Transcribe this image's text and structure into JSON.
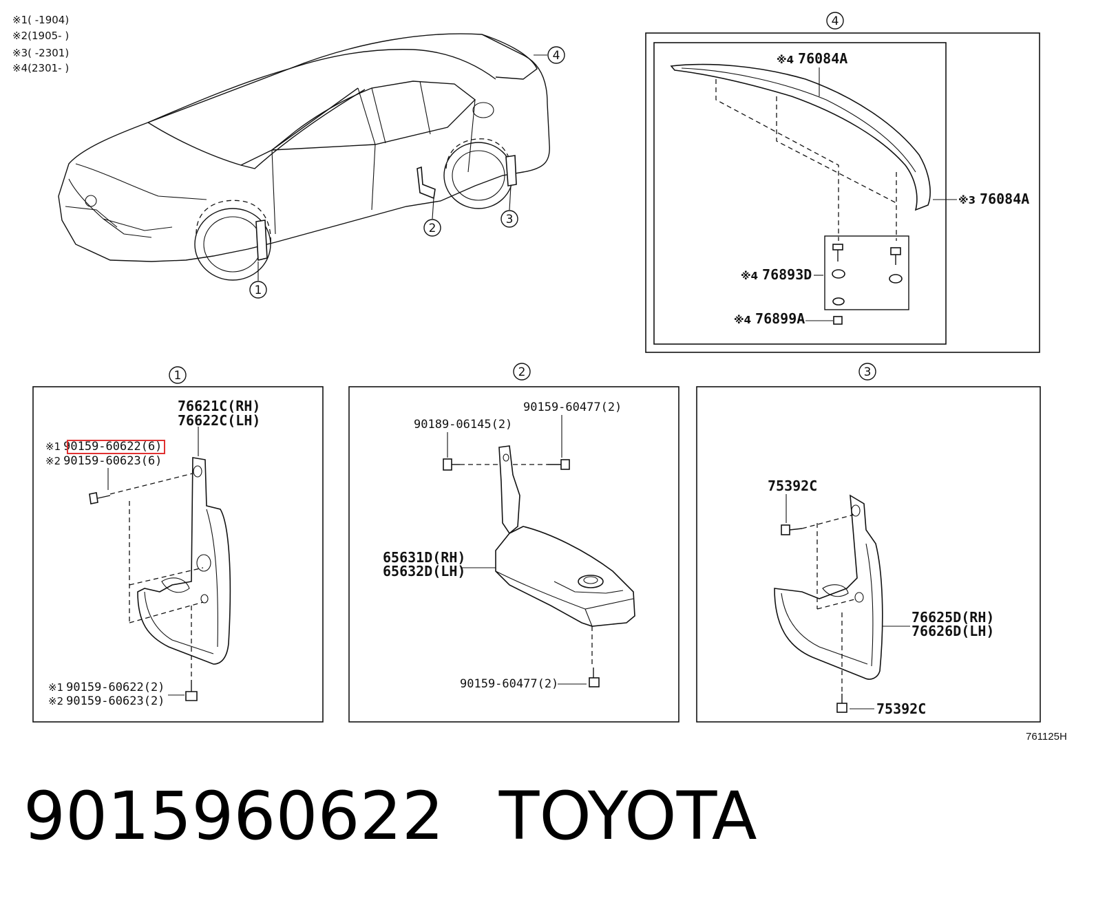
{
  "notes": [
    {
      "mark": "※1",
      "range": "(      -1904)"
    },
    {
      "mark": "※2",
      "range": "(1905-      )"
    },
    {
      "mark": "※3",
      "range": "(      -2301)"
    },
    {
      "mark": "※4",
      "range": "(2301-      )"
    }
  ],
  "callouts": {
    "c1": "1",
    "c2": "2",
    "c3": "3",
    "c4": "4"
  },
  "panel4": {
    "num": "4",
    "spoiler_a": {
      "mark": "※4",
      "part": "76084A"
    },
    "spoiler_b": {
      "mark": "※3",
      "part": "76084A"
    },
    "clip": {
      "mark": "※4",
      "part": "76893D"
    },
    "nut": {
      "mark": "※4",
      "part": "76899A"
    }
  },
  "panel1": {
    "num": "1",
    "flap_rh": "76621C(RH)",
    "flap_lh": "76622C(LH)",
    "bolt_top_1": {
      "mark": "※1",
      "part": "90159-60622(6)"
    },
    "bolt_top_2": {
      "mark": "※2",
      "part": "90159-60623(6)"
    },
    "bolt_bot_1": {
      "mark": "※1",
      "part": "90159-60622(2)"
    },
    "bolt_bot_2": {
      "mark": "※2",
      "part": "90159-60623(2)"
    }
  },
  "panel2": {
    "num": "2",
    "clip": "90189-06145(2)",
    "screw_top": "90159-60477(2)",
    "guard_rh": "65631D(RH)",
    "guard_lh": "65632D(LH)",
    "screw_bot": "90159-60477(2)"
  },
  "panel3": {
    "num": "3",
    "screw_top": "75392C",
    "flap_rh": "76625D(RH)",
    "flap_lh": "76626D(LH)",
    "screw_bot": "75392C"
  },
  "ref_code": "761125H",
  "caption": {
    "part_number": "9015960622",
    "brand": "TOYOTA"
  },
  "colors": {
    "highlight": "#e03030",
    "line": "#111111"
  }
}
